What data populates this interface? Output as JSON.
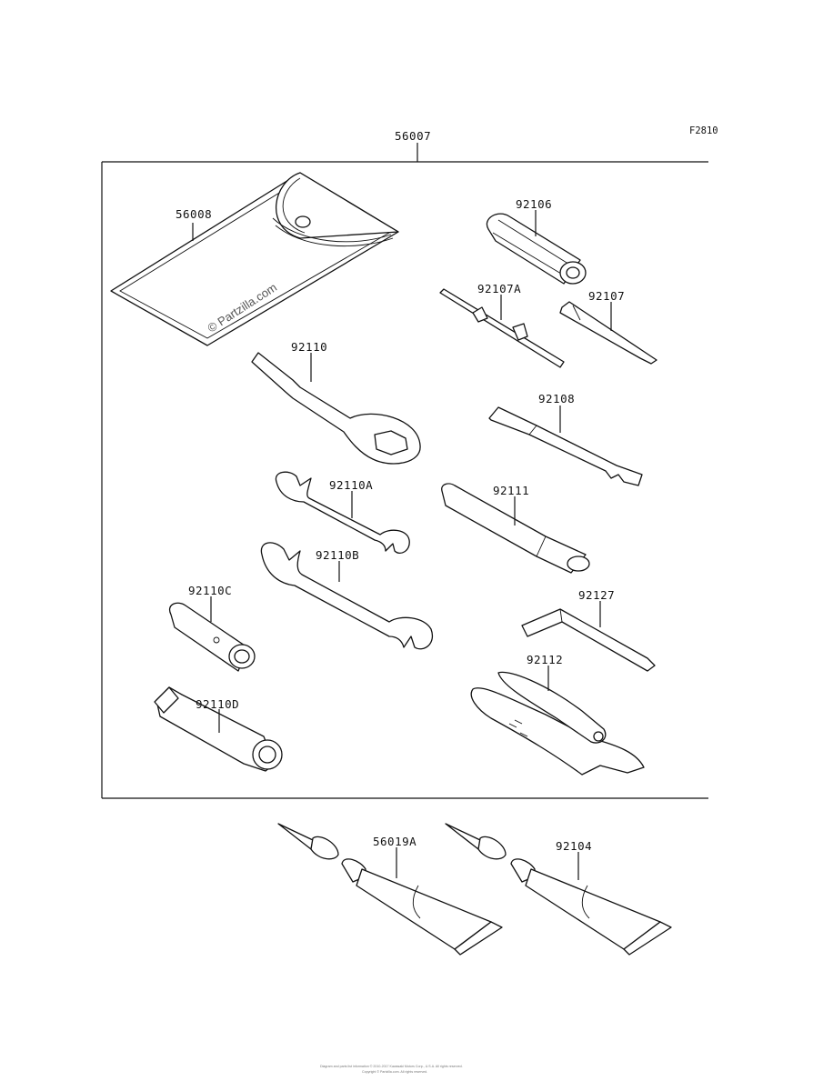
{
  "figure_code": "F2810",
  "watermark": "© Partzilla.com",
  "footer": {
    "line1": "Diagram and parts list information © 2010-2017 Kawasaki Motors Corp., U.S.A. All rights reserved.",
    "line2": "Copyright © Partzilla.com. All rights reserved."
  },
  "parts": {
    "kit": "56007",
    "case": "56008",
    "screwdriver_grip": "92106",
    "screwdriver_bit_a": "92107A",
    "screwdriver_bit": "92107",
    "ring_wrench": "92110",
    "spoke_wrench": "92108",
    "wrench_a": "92110A",
    "handle_bar": "92111",
    "wrench_b": "92110B",
    "hex_key": "92127",
    "socket_c": "92110C",
    "pliers": "92112",
    "socket_d": "92110D",
    "grease_a": "56019A",
    "grease": "92104"
  }
}
